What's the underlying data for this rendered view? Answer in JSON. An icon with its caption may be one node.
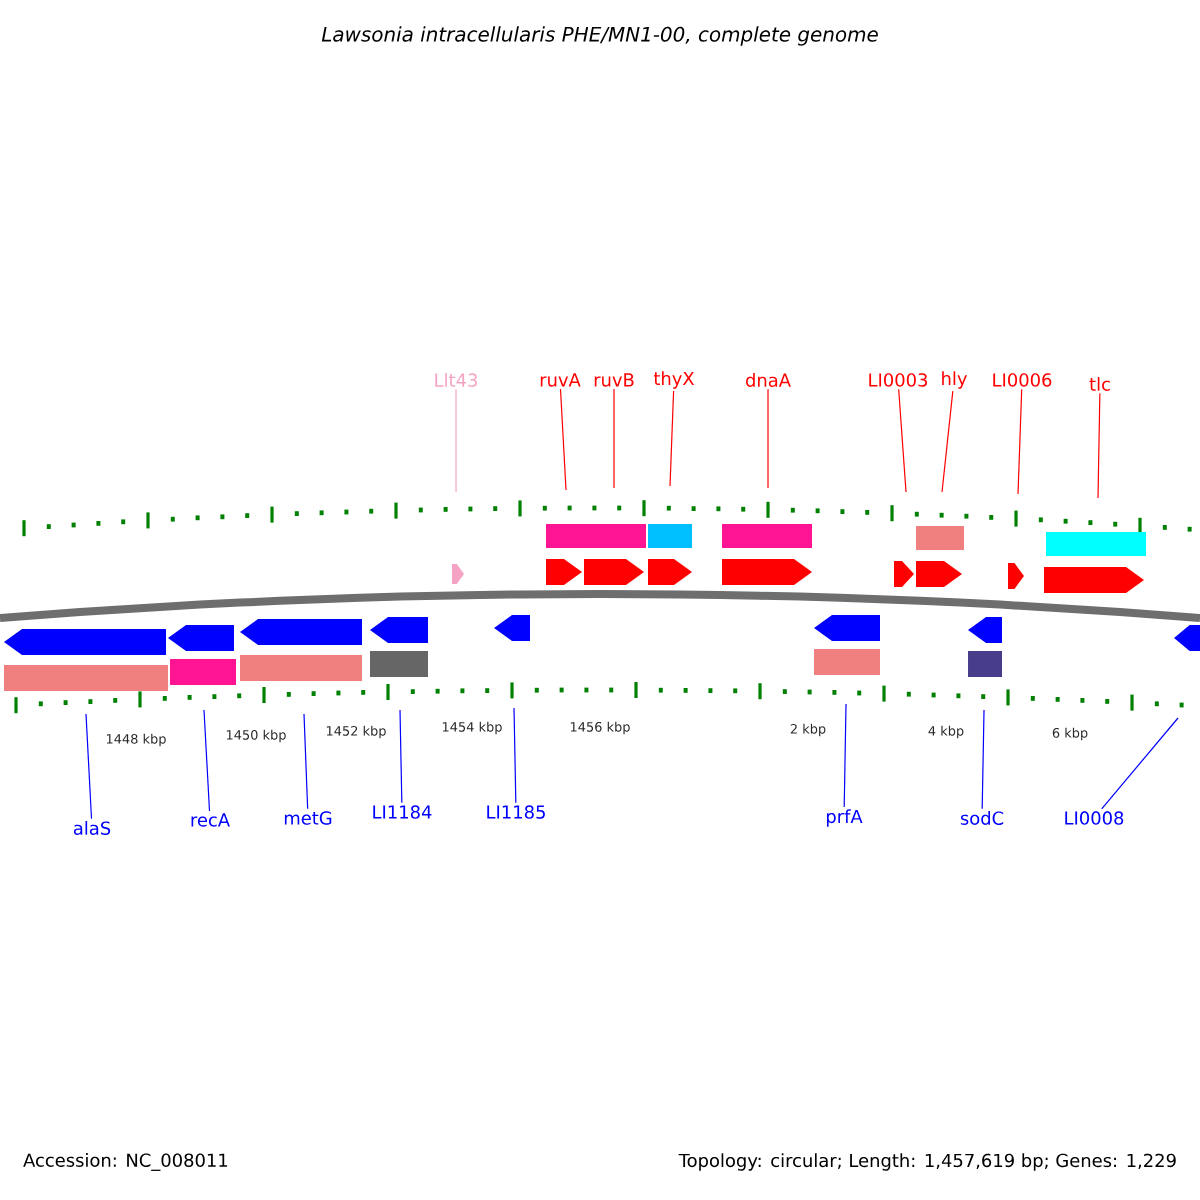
{
  "diagram": {
    "title": "Lawsonia intracellularis PHE/MN1-00, complete genome",
    "nodes": [
      {
        "text": [
          "Llt43"
        ]
      },
      {
        "text": [
          "ruvA"
        ]
      },
      {
        "text": [
          "ruvB"
        ]
      },
      {
        "text": [
          "thyX"
        ]
      },
      {
        "text": [
          "dnaA"
        ]
      },
      {
        "text": [
          "LI0003"
        ]
      },
      {
        "text": [
          "hly"
        ]
      },
      {
        "text": [
          "LI0006"
        ]
      },
      {
        "text": [
          "tlc"
        ]
      },
      {
        "text": [
          "alaS"
        ]
      },
      {
        "text": [
          "recA"
        ]
      },
      {
        "text": [
          "metG"
        ]
      },
      {
        "text": [
          "LI1184"
        ]
      },
      {
        "text": [
          "LI1185"
        ]
      },
      {
        "text": [
          "prfA"
        ]
      },
      {
        "text": [
          "sodC"
        ]
      },
      {
        "text": [
          "LI0008"
        ]
      }
    ],
    "edges": [
      {
        "from": 0,
        "to": null,
        "arrow": "none",
        "color": "#f4a3c4"
      },
      {
        "from": 1,
        "to": null,
        "arrow": "none",
        "color": "#ff0000"
      },
      {
        "from": 2,
        "to": null,
        "arrow": "none",
        "color": "#ff0000"
      },
      {
        "from": 3,
        "to": null,
        "arrow": "none",
        "color": "#ff0000"
      },
      {
        "from": 4,
        "to": null,
        "arrow": "none",
        "color": "#ff0000"
      },
      {
        "from": 5,
        "to": null,
        "arrow": "none",
        "color": "#ff0000"
      },
      {
        "from": 6,
        "to": null,
        "arrow": "none",
        "color": "#ff0000"
      },
      {
        "from": 7,
        "to": null,
        "arrow": "none",
        "color": "#ff0000"
      },
      {
        "from": 8,
        "to": null,
        "arrow": "none",
        "color": "#ff0000"
      },
      {
        "from": 9,
        "to": null,
        "arrow": "none",
        "color": "#0000ff"
      },
      {
        "from": 10,
        "to": null,
        "arrow": "none",
        "color": "#0000ff"
      },
      {
        "from": 11,
        "to": null,
        "arrow": "none",
        "color": "#0000ff"
      },
      {
        "from": 12,
        "to": null,
        "arrow": "none",
        "color": "#0000ff"
      },
      {
        "from": 13,
        "to": null,
        "arrow": "none",
        "color": "#0000ff"
      },
      {
        "from": 14,
        "to": null,
        "arrow": "none",
        "color": "#0000ff"
      },
      {
        "from": 15,
        "to": null,
        "arrow": "none",
        "color": "#0000ff"
      },
      {
        "from": 16,
        "to": null,
        "arrow": "none",
        "color": "#0000ff"
      }
    ],
    "labels": [
      "1448 kbp",
      "1450 kbp",
      "1452 kbp",
      "1454 kbp",
      "1456 kbp",
      "2 kbp",
      "4 kbp",
      "6 kbp",
      "Accession: NC_008011",
      "Topology: circular; Length: 1,457,619 bp; Genes: 1,229"
    ]
  }
}
